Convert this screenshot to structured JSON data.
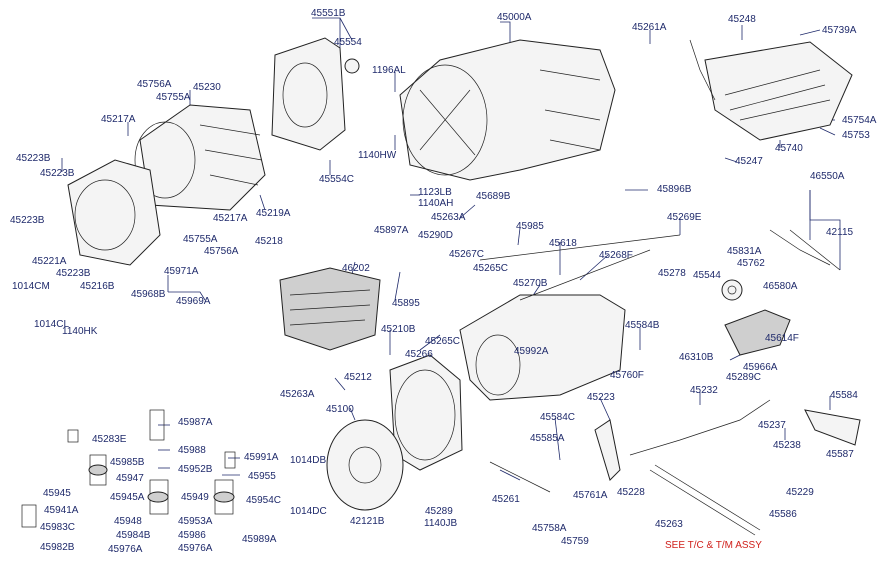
{
  "labels": {
    "p45551B": "45551B",
    "p45554": "45554",
    "p45000A": "45000A",
    "p45261A": "45261A",
    "p45248": "45248",
    "p45739A": "45739A",
    "p45756A_top": "45756A",
    "p45755A_top": "45755A",
    "p45230": "45230",
    "p1196AL": "1196AL",
    "p45217A_top": "45217A",
    "p45740": "45740",
    "p45754A": "45754A",
    "p45753": "45753",
    "p1140HW": "1140HW",
    "p45223B_1": "45223B",
    "p45223B_2": "45223B",
    "p45223B_3": "45223B",
    "p45554C": "45554C",
    "p45247": "45247",
    "p1123LB": "1123LB",
    "p1140AH": "1140AH",
    "p45896B": "45896B",
    "p45689B": "45689B",
    "p46550A": "46550A",
    "p45263A_top": "45263A",
    "p45219A": "45219A",
    "p45217A_mid": "45217A",
    "p45269E": "45269E",
    "p45985": "45985",
    "p45897A": "45897A",
    "p45290D": "45290D",
    "p42115": "42115",
    "p45755A_mid": "45755A",
    "p45218": "45218",
    "p45618": "45618",
    "p45221A": "45221A",
    "p45756A_mid": "45756A",
    "p45267C": "45267C",
    "p45268F": "45268F",
    "p45831A": "45831A",
    "p46202": "46202",
    "p45762": "45762",
    "p45223B_4": "45223B",
    "p45971A": "45971A",
    "p45265C_top": "45265C",
    "p45278": "45278",
    "p45544": "45544",
    "p1014CM": "1014CM",
    "p45216B": "45216B",
    "p45270B": "45270B",
    "p46580A": "46580A",
    "p45968B": "45968B",
    "p45969A": "45969A",
    "p45895": "45895",
    "p1014CL": "1014CL",
    "p45584B": "45584B",
    "p45210B": "45210B",
    "p45614F": "45614F",
    "p1140HK": "1140HK",
    "p45265C_mid": "45265C",
    "p45266": "45266",
    "p45992A": "45992A",
    "p46310B": "46310B",
    "p45966A": "45966A",
    "p45289C": "45289C",
    "p45760F": "45760F",
    "p45263A_mid": "45263A",
    "p45212": "45212",
    "p45232": "45232",
    "p45584": "45584",
    "p45223": "45223",
    "p45100": "45100",
    "p45987A": "45987A",
    "p45584C": "45584C",
    "p45237": "45237",
    "p45283E": "45283E",
    "p45585A": "45585A",
    "p45238": "45238",
    "p45988": "45988",
    "p45991A": "45991A",
    "p1014DB": "1014DB",
    "p45985B": "45985B",
    "p45952B": "45952B",
    "p45587": "45587",
    "p45955": "45955",
    "p45947": "45947",
    "p45945": "45945",
    "p45949": "45949",
    "p45228": "45228",
    "p45229": "45229",
    "p45945A": "45945A",
    "p45261": "45261",
    "p45954C": "45954C",
    "p45761A": "45761A",
    "p45941A": "45941A",
    "p1014DC": "1014DC",
    "p45289": "45289",
    "p45586": "45586",
    "p45948": "45948",
    "p45953A": "45953A",
    "p42121B": "42121B",
    "p1140JB": "1140JB",
    "p45758A": "45758A",
    "p45263_bot": "45263",
    "p45983C": "45983C",
    "p45984B": "45984B",
    "p45986": "45986",
    "p45759": "45759",
    "p45982B": "45982B",
    "p45976A_1": "45976A",
    "p45976A_2": "45976A",
    "p45989A": "45989A"
  },
  "note": "SEE T/C & T/M ASSY",
  "colors": {
    "label": "#1f2a6b",
    "note": "#d0211c",
    "lines": "#222222"
  }
}
